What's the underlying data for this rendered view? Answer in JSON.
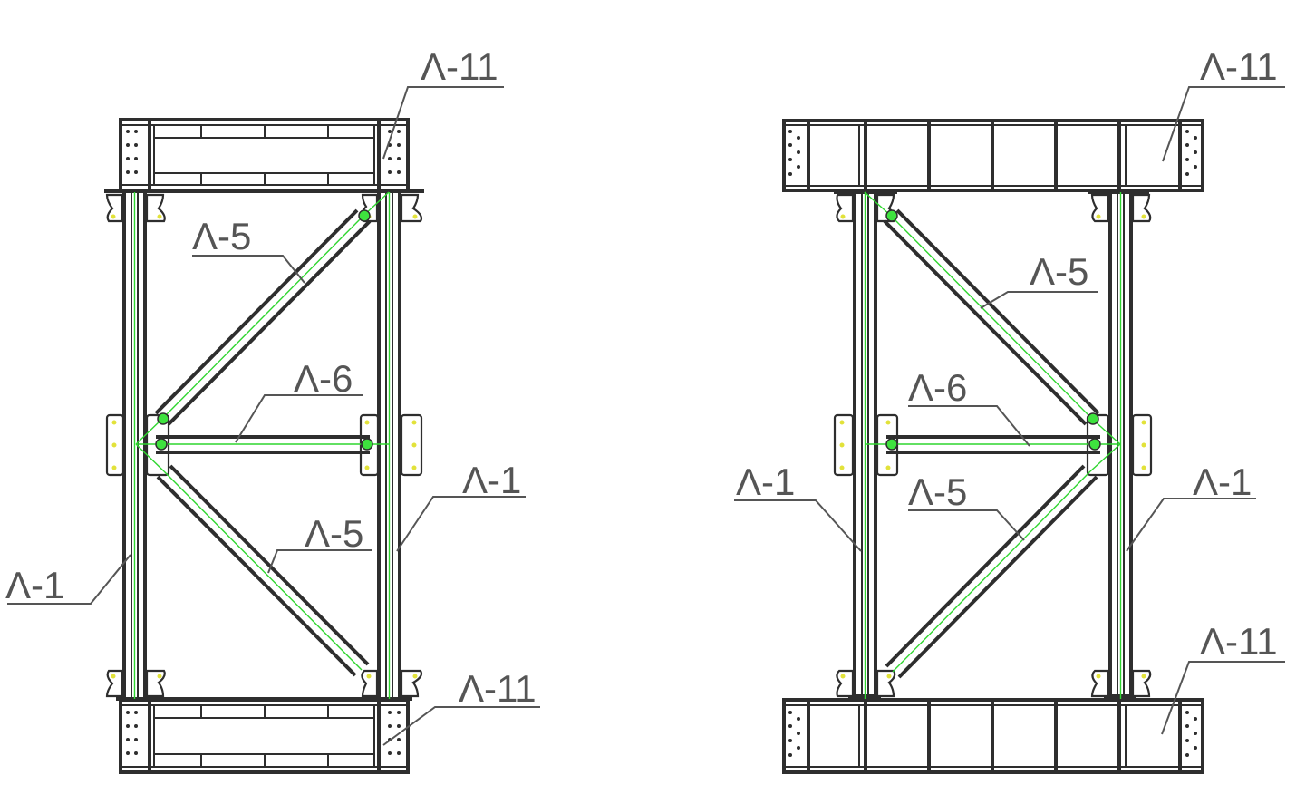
{
  "views": [
    {
      "id": "left",
      "labels": {
        "top_beam": "Λ-11",
        "bottom_beam": "Λ-11",
        "upper_brace": "Λ-5",
        "strut": "Λ-6",
        "lower_brace": "Λ-5",
        "left_column": "Λ-1",
        "right_column": "Λ-1"
      }
    },
    {
      "id": "right",
      "labels": {
        "top_beam": "Λ-11",
        "bottom_beam": "Λ-11",
        "upper_brace": "Λ-5",
        "strut": "Λ-6",
        "lower_brace": "Λ-5",
        "left_column": "Λ-1",
        "right_column": "Λ-1"
      }
    }
  ],
  "colors": {
    "line": "#2e2e2e",
    "label": "#555555",
    "member_centerline": "#2fd62f",
    "node_highlight": "#3ee23e",
    "bolt_dot": "#e2e23a"
  }
}
